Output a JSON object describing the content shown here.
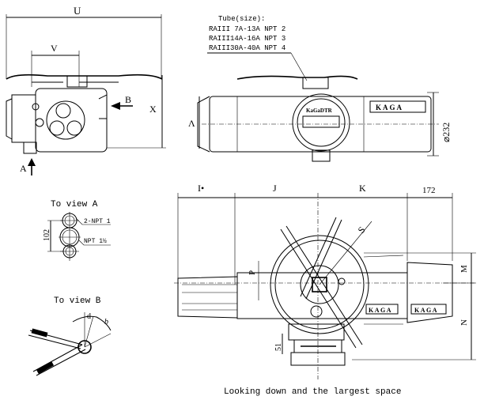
{
  "top_left_view": {
    "dim_u": "U",
    "dim_v": "V",
    "dim_x": "X",
    "arrow_a": "A",
    "arrow_b": "B"
  },
  "top_right_view": {
    "tube_title": "Tube(size):",
    "tube_lines": [
      "RAIII 7A-13A NPT 2",
      "RAIII14A-16A NPT 3",
      "RAIII30A-40A NPT 4"
    ],
    "dim_lambda": "Λ",
    "dim_diameter": "⌀232",
    "brand": "KAGA",
    "nameplate": "KaGaDTR"
  },
  "view_a": {
    "title": "To view A",
    "dim_102": "102",
    "port_small": "2-NPT 1",
    "port_large": "NPT 1½"
  },
  "view_b": {
    "title": "To view B",
    "angle_d": "d",
    "angle_b": "b"
  },
  "bottom_view": {
    "dim_i": "I•",
    "dim_j": "J",
    "dim_k": "K",
    "dim_172": "172",
    "dim_s": "S",
    "dim_p": "P",
    "dim_m": "M",
    "dim_n": "N",
    "dim_51": "51",
    "brand": "KAGA",
    "caption": "Looking down and the largest space"
  }
}
